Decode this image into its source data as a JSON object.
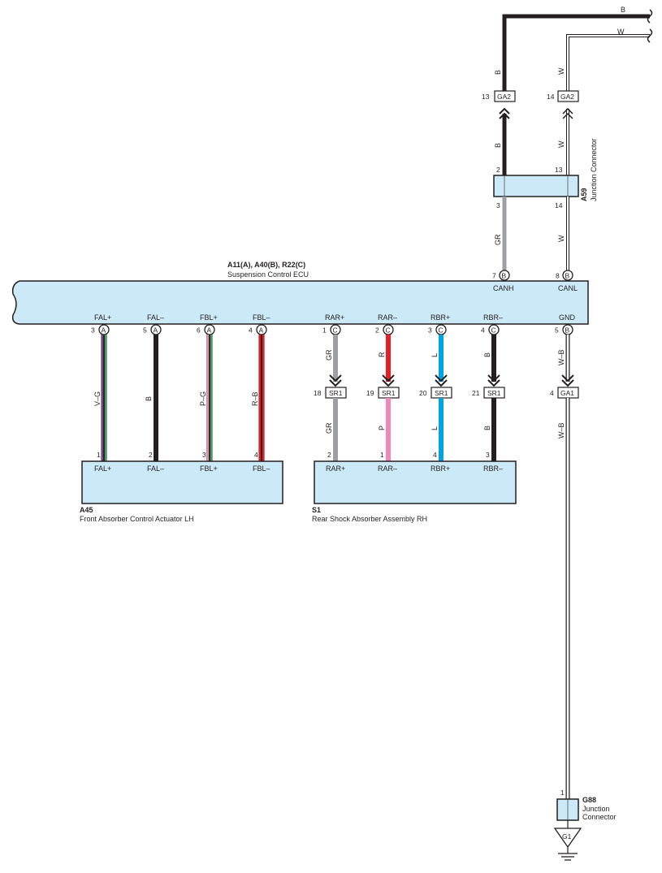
{
  "ecu": {
    "ref": "A11(A), A40(B), R22(C)",
    "name": "Suspension Control ECU",
    "terminals": [
      {
        "label": "FAL+",
        "pin": "3",
        "conn": "A"
      },
      {
        "label": "FAL–",
        "pin": "5",
        "conn": "A"
      },
      {
        "label": "FBL+",
        "pin": "6",
        "conn": "A"
      },
      {
        "label": "FBL–",
        "pin": "4",
        "conn": "A"
      },
      {
        "label": "RAR+",
        "pin": "1",
        "conn": "C"
      },
      {
        "label": "RAR–",
        "pin": "2",
        "conn": "C"
      },
      {
        "label": "RBR+",
        "pin": "3",
        "conn": "C"
      },
      {
        "label": "RBR–",
        "pin": "4",
        "conn": "C"
      },
      {
        "label": "GND",
        "pin": "5",
        "conn": "B"
      },
      {
        "label": "CANH",
        "pin": "7",
        "conn": "B"
      },
      {
        "label": "CANL",
        "pin": "8",
        "conn": "B"
      }
    ]
  },
  "a59": {
    "ref": "A59",
    "name": "Junction Connector",
    "pins": {
      "top_left": "2",
      "top_right": "13",
      "bottom_left": "3",
      "bottom_right": "14"
    }
  },
  "ga2": [
    {
      "pin": "13",
      "label": "GA2"
    },
    {
      "pin": "14",
      "label": "GA2"
    }
  ],
  "sr1": [
    {
      "pin": "18",
      "label": "SR1"
    },
    {
      "pin": "19",
      "label": "SR1"
    },
    {
      "pin": "20",
      "label": "SR1"
    },
    {
      "pin": "21",
      "label": "SR1"
    }
  ],
  "ga1": {
    "pin": "4",
    "label": "GA1"
  },
  "a45": {
    "ref": "A45",
    "name": "Front Absorber Control Actuator LH",
    "pins": [
      {
        "pin": "1",
        "label": "FAL+"
      },
      {
        "pin": "2",
        "label": "FAL–"
      },
      {
        "pin": "3",
        "label": "FBL+"
      },
      {
        "pin": "4",
        "label": "FBL–"
      }
    ]
  },
  "s1": {
    "ref": "S1",
    "name": "Rear Shock Absorber Assembly RH",
    "pins": [
      {
        "pin": "2",
        "label": "RAR+"
      },
      {
        "pin": "1",
        "label": "RAR–"
      },
      {
        "pin": "4",
        "label": "RBR+"
      },
      {
        "pin": "3",
        "label": "RBR–"
      }
    ]
  },
  "g88": {
    "ref": "G88",
    "name_line1": "Junction",
    "name_line2": "Connector",
    "pin": "1"
  },
  "ground": {
    "label": "G1"
  },
  "wire_colors": {
    "top_b": "B",
    "top_w": "W",
    "ga2_b_upper": "B",
    "ga2_w_upper": "W",
    "ga2_b_lower": "B",
    "ga2_w_lower": "W",
    "canh": "GR",
    "canl": "W",
    "fal_plus": "V–G",
    "fal_minus": "B",
    "fbl_plus": "P–G",
    "fbl_minus": "R–B",
    "rar_plus_upper": "GR",
    "rar_minus_upper": "R",
    "rbr_plus_upper": "L",
    "rbr_minus_upper": "B",
    "rar_plus_lower": "GR",
    "rar_minus_lower": "P",
    "rbr_plus_lower": "L",
    "rbr_minus_lower": "B",
    "gnd_upper": "W–B",
    "gnd_lower": "W–B"
  },
  "colors": {
    "component_fill": "#cce9f7",
    "black": "#231f20",
    "gray": "#9d9fa2",
    "red": "#ed1c24",
    "pink": "#f287b7",
    "blue": "#00a2e0",
    "violet": "#7b3f98",
    "green": "#3aa655"
  }
}
